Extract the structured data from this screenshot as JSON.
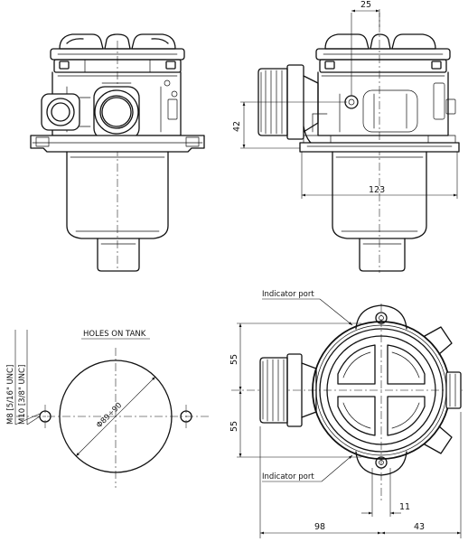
{
  "dimensions": {
    "d25": "25",
    "d42": "42",
    "d123": "123",
    "d55_top": "55",
    "d55_bottom": "55",
    "d11": "11",
    "d98": "98",
    "d43": "43"
  },
  "labels": {
    "holes_on_tank": "HOLES ON TANK",
    "hole_diameter": "Φ89÷90",
    "thread_m8": "M8 [5/16\" UNC]",
    "thread_m10": "M10 [3/8\" UNC]",
    "indicator_top": "Indicator port",
    "indicator_bottom": "Indicator port"
  }
}
